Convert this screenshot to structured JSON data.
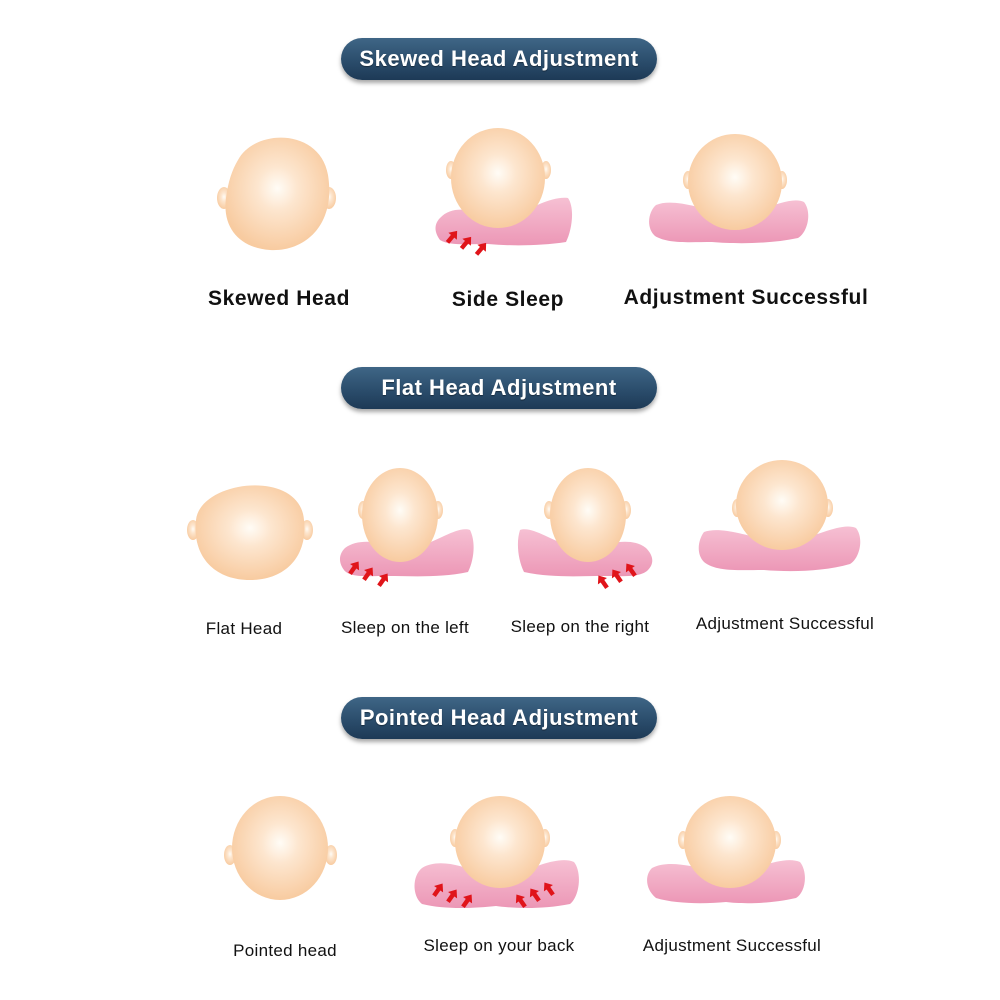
{
  "sections": [
    {
      "title": "Skewed Head Adjustment",
      "steps": [
        "Skewed Head",
        "Side Sleep",
        "Adjustment Successful"
      ]
    },
    {
      "title": "Flat Head Adjustment",
      "steps": [
        "Flat Head",
        "Sleep on the left",
        "Sleep on the right",
        "Adjustment Successful"
      ]
    },
    {
      "title": "Pointed Head Adjustment",
      "steps": [
        "Pointed head",
        "Sleep on your back",
        "Adjustment Successful"
      ]
    }
  ],
  "colors": {
    "banner": "#2b4d6c",
    "skin_center": "#fffaf2",
    "skin_edge": "#f9cfa6",
    "pillow": "#f2a9c3",
    "arrow": "#e0141a"
  },
  "icons": [
    "head-icon",
    "pillow-icon",
    "pressure-arrow-icon"
  ]
}
